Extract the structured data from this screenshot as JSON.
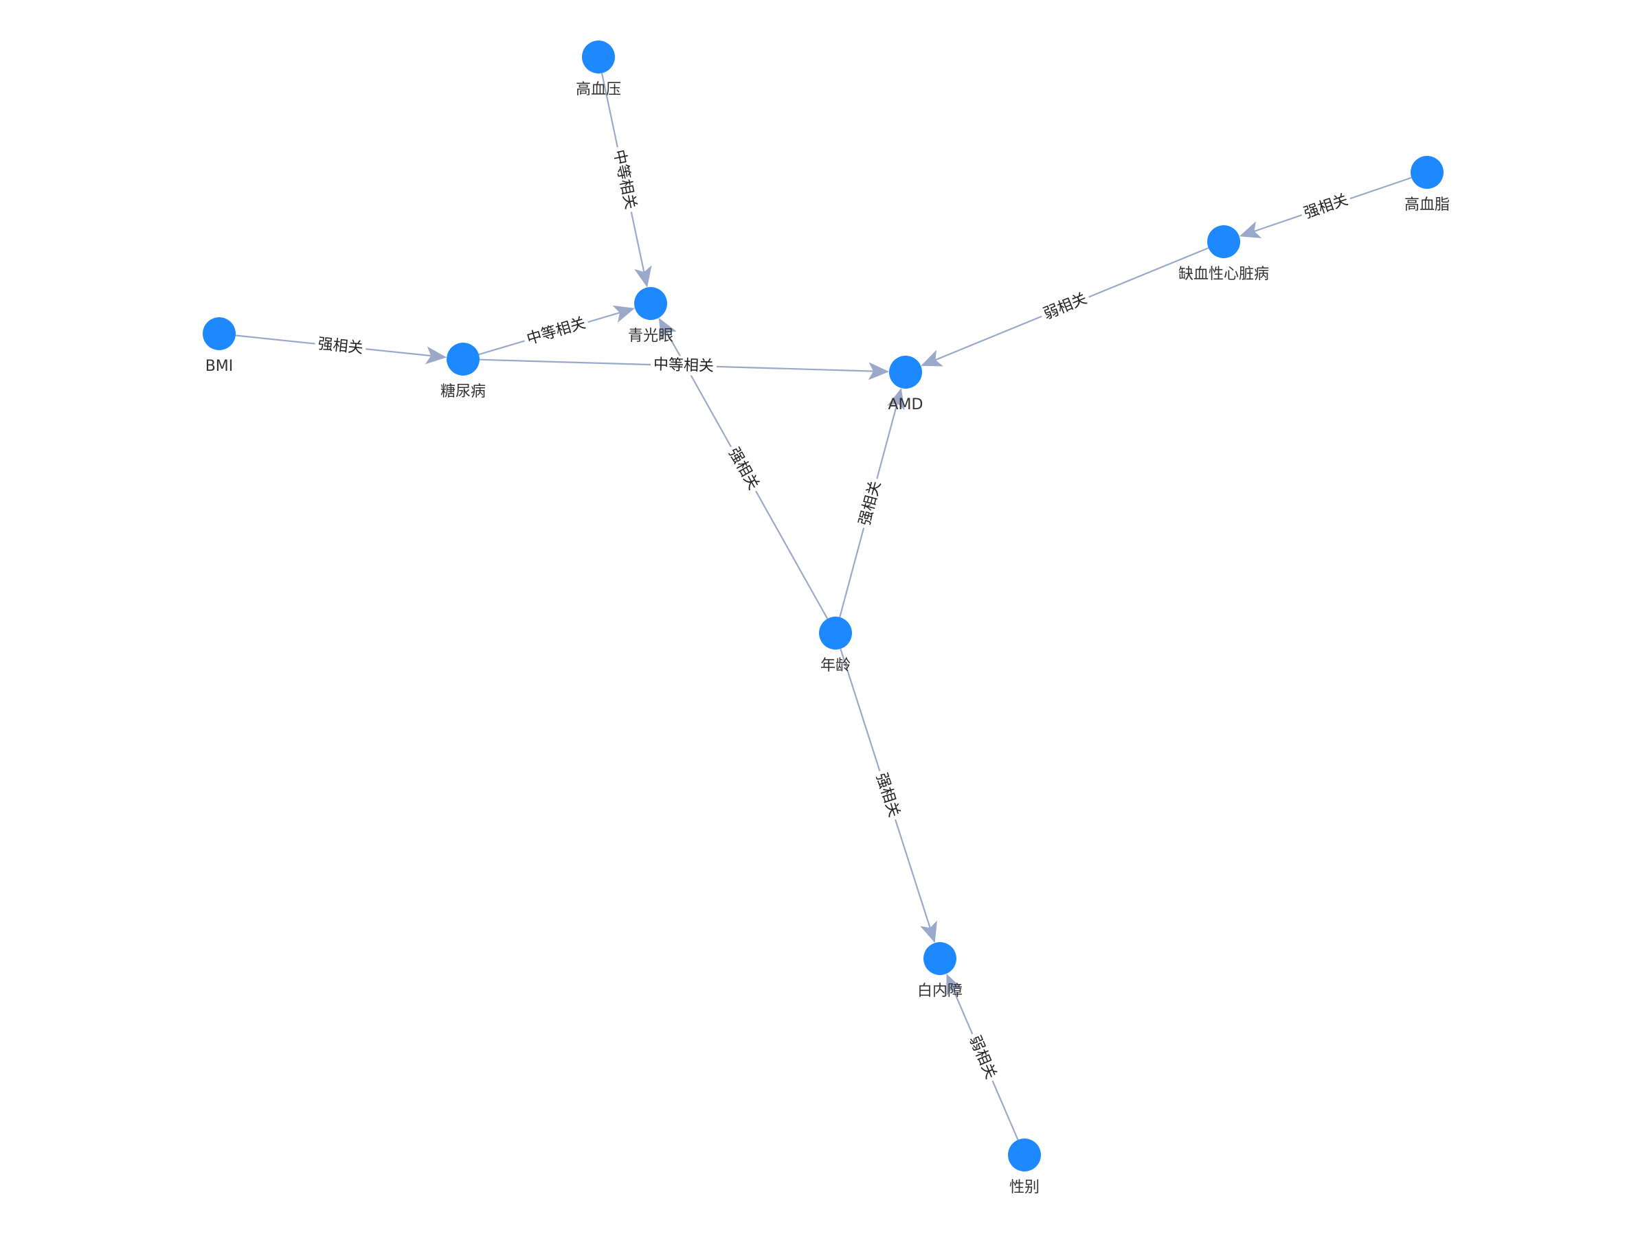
{
  "colors": {
    "node": "#1e88ff",
    "edge": "#9aa9c9",
    "label": "#333333",
    "background": "#ffffff"
  },
  "nodes": [
    {
      "id": "n_bp",
      "name": "高血压"
    },
    {
      "id": "n_glaucoma",
      "name": "青光眼"
    },
    {
      "id": "n_bmi",
      "name": "BMI"
    },
    {
      "id": "n_diabetes",
      "name": "糖尿病"
    },
    {
      "id": "n_amd",
      "name": "AMD"
    },
    {
      "id": "n_ihd",
      "name": "缺血性心脏病"
    },
    {
      "id": "n_lipid",
      "name": "高血脂"
    },
    {
      "id": "n_age",
      "name": "年龄"
    },
    {
      "id": "n_cataract",
      "name": "白内障"
    },
    {
      "id": "n_sex",
      "name": "性别"
    }
  ],
  "edges": [
    {
      "source": "n_bp",
      "target": "n_glaucoma",
      "label": "中等相关",
      "directed": true
    },
    {
      "source": "n_bmi",
      "target": "n_diabetes",
      "label": "强相关",
      "directed": true
    },
    {
      "source": "n_diabetes",
      "target": "n_glaucoma",
      "label": "中等相关",
      "directed": true
    },
    {
      "source": "n_diabetes",
      "target": "n_amd",
      "label": "中等相关",
      "directed": true
    },
    {
      "source": "n_lipid",
      "target": "n_ihd",
      "label": "强相关",
      "directed": true
    },
    {
      "source": "n_ihd",
      "target": "n_amd",
      "label": "弱相关",
      "directed": true
    },
    {
      "source": "n_age",
      "target": "n_glaucoma",
      "label": "强相关",
      "directed": true
    },
    {
      "source": "n_age",
      "target": "n_amd",
      "label": "强相关",
      "directed": true
    },
    {
      "source": "n_age",
      "target": "n_cataract",
      "label": "强相关",
      "directed": true
    },
    {
      "source": "n_sex",
      "target": "n_cataract",
      "label": "弱相关",
      "directed": true
    }
  ]
}
